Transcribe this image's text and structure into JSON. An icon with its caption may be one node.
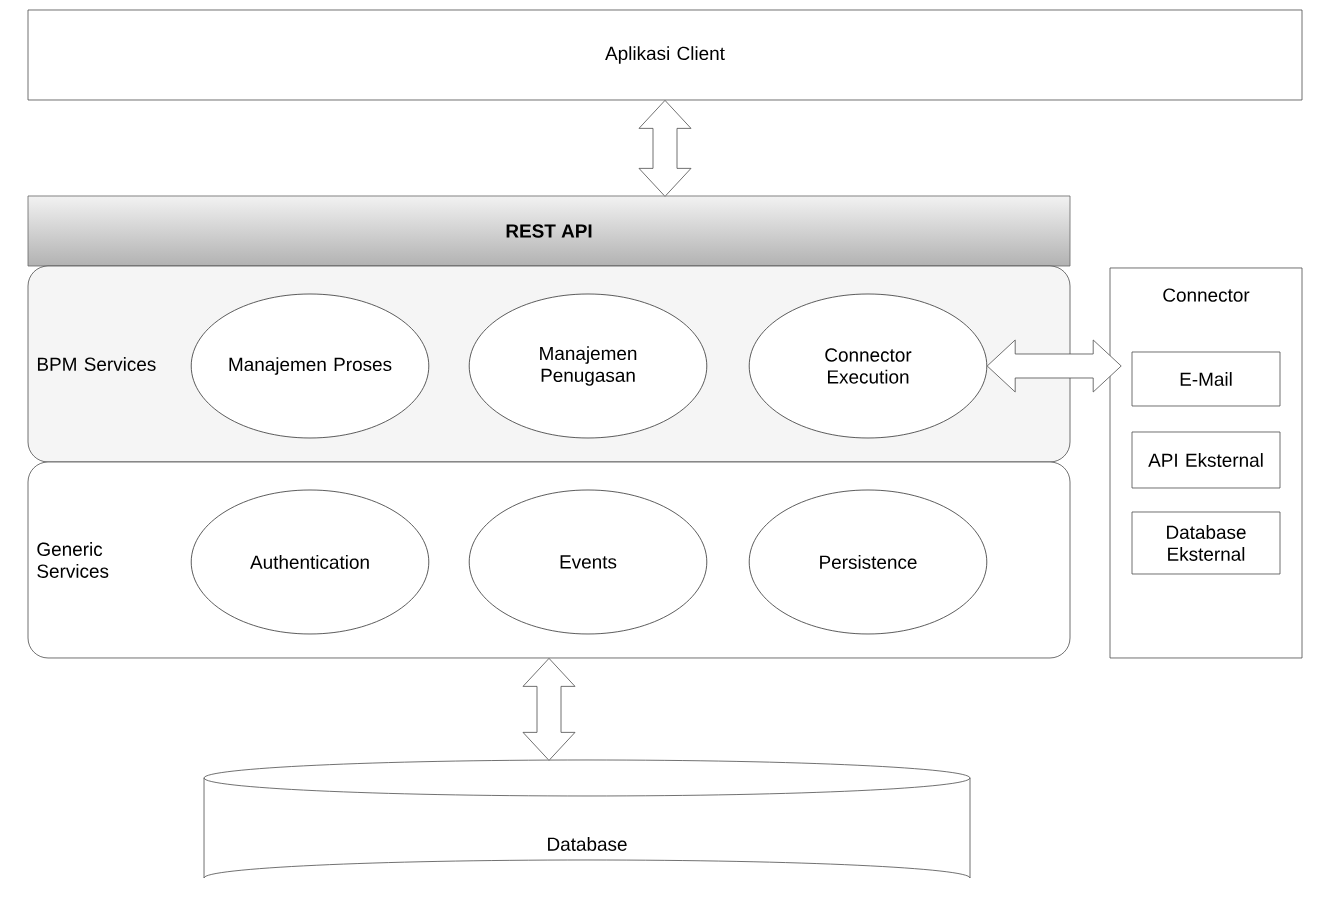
{
  "diagram": {
    "nodes": [
      {
        "text": [
          "Aplikasi Client"
        ]
      },
      {
        "text": [
          "REST API"
        ]
      },
      {
        "text": [
          "BPM Services"
        ]
      },
      {
        "text": [
          "Manajemen Proses"
        ],
        "in": 2
      },
      {
        "text": [
          "Manajemen Penugasan"
        ],
        "in": 2
      },
      {
        "text": [
          "Connector Execution"
        ],
        "in": 2
      },
      {
        "text": [
          "Generic Services"
        ]
      },
      {
        "text": [
          "Authentication"
        ],
        "in": 6
      },
      {
        "text": [
          "Events"
        ],
        "in": 6
      },
      {
        "text": [
          "Persistence"
        ],
        "in": 6
      },
      {
        "text": [
          "Connector"
        ]
      },
      {
        "text": [
          "E-Mail"
        ],
        "in": 10
      },
      {
        "text": [
          "API Eksternal"
        ],
        "in": 10
      },
      {
        "text": [
          "Database Eksternal"
        ],
        "in": 10
      },
      {
        "text": [
          "Database"
        ]
      }
    ],
    "edges": [
      {
        "from": 0,
        "to": 1,
        "arrow": "both"
      },
      {
        "from": 5,
        "to": 10,
        "arrow": "both"
      },
      {
        "from": 6,
        "to": 14,
        "arrow": "both"
      }
    ]
  }
}
